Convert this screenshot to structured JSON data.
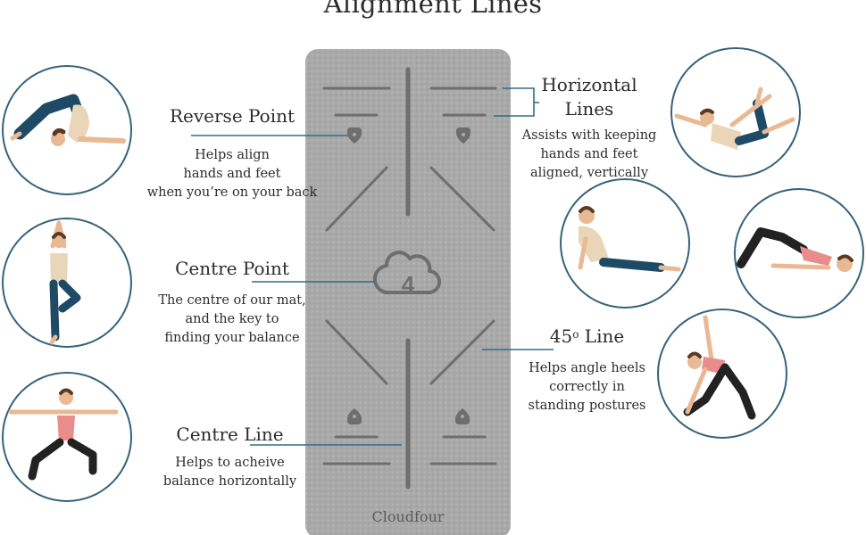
{
  "title": "Alignment Lines",
  "brand": "Cloudfour",
  "colors": {
    "accent": "#2e6e8e",
    "mat": "#a9a9a9",
    "mat_lines": "#6e6e6e",
    "circle_border": "#35627e"
  },
  "callouts": {
    "reverse_point": {
      "heading": "Reverse Point",
      "lines": [
        "Helps align",
        "hands and feet",
        "when you’re on your back"
      ]
    },
    "centre_point": {
      "heading": "Centre Point",
      "lines": [
        "The centre of our mat,",
        "and the key to",
        "finding your balance"
      ]
    },
    "centre_line": {
      "heading": "Centre Line",
      "lines": [
        "Helps to acheive",
        "balance horizontally"
      ]
    },
    "horizontal_lines": {
      "heading_lines": [
        "Horizontal",
        "Lines"
      ],
      "lines": [
        "Assists with keeping",
        "hands and feet",
        "aligned, vertically"
      ]
    },
    "angle_line": {
      "heading_number": "45",
      "heading_degree": "o",
      "heading_suffix": " Line",
      "lines": [
        "Helps angle heels",
        "correctly in",
        "standing postures"
      ]
    }
  },
  "icons": [
    "plow-pose-illustration",
    "tree-pose-illustration",
    "warrior-two-pose-illustration",
    "boat-pose-illustration",
    "cobra-pose-illustration",
    "bridge-pose-illustration",
    "triangle-pose-illustration",
    "cloud-four-logo-icon",
    "reverse-point-marker-icon"
  ]
}
